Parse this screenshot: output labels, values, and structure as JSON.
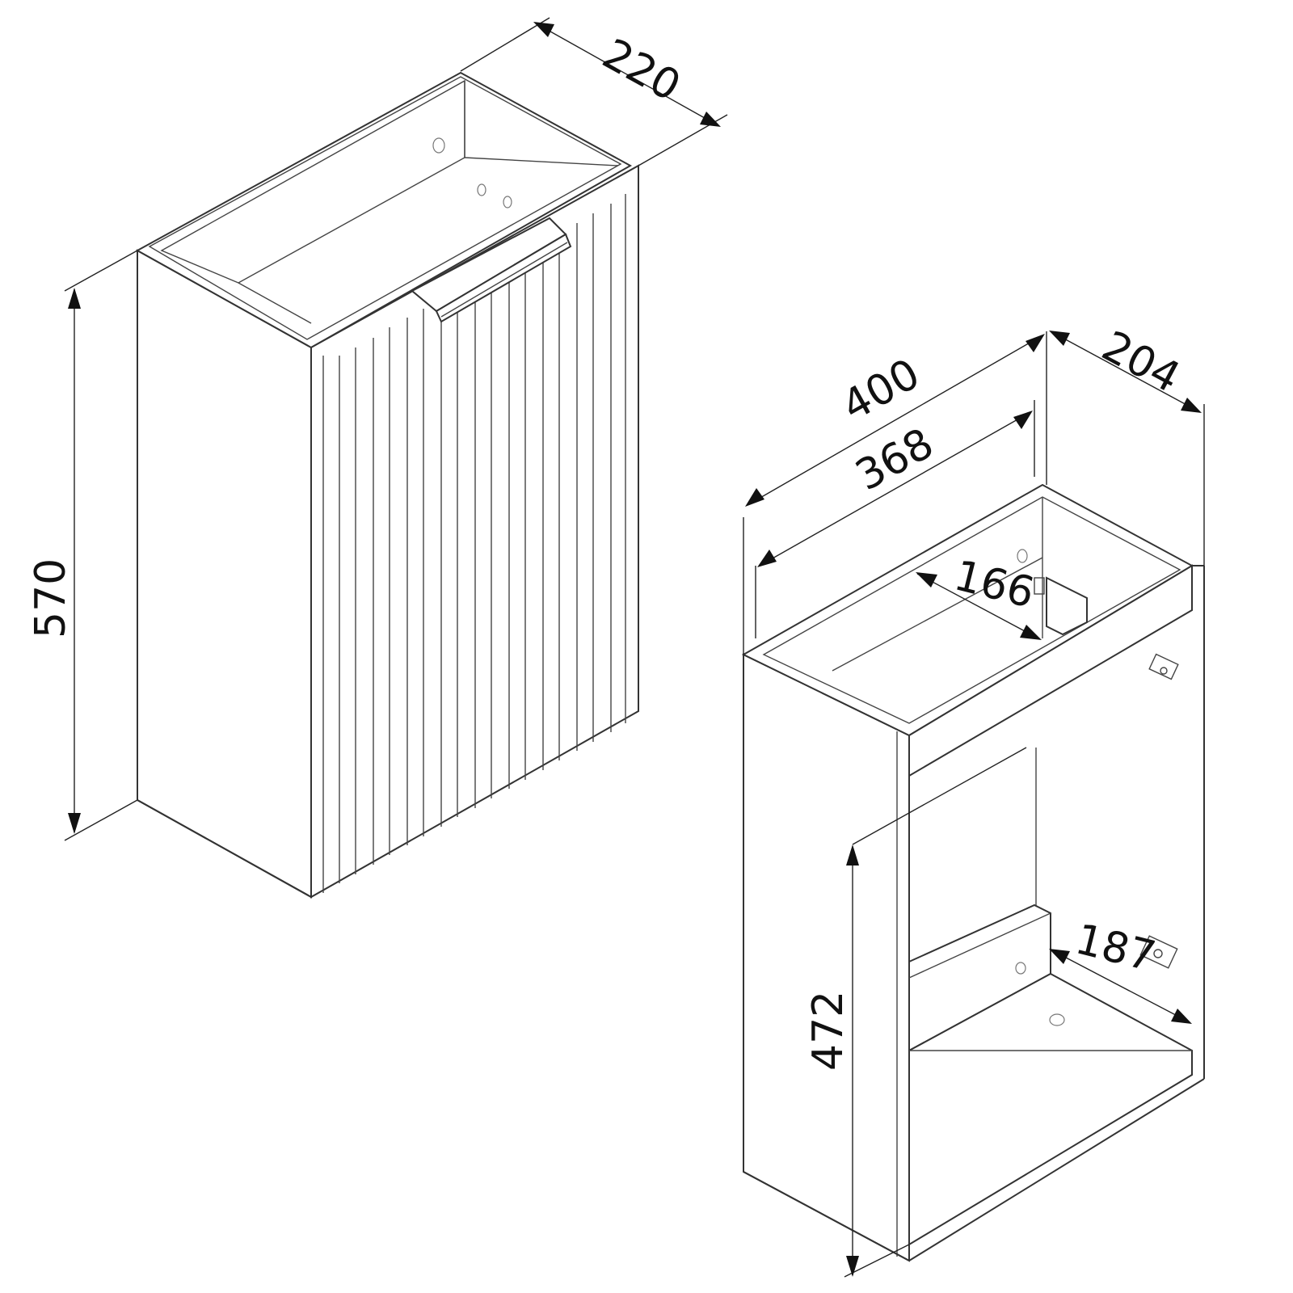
{
  "drawing": {
    "title": "",
    "units": "mm",
    "views": [
      {
        "name": "closed-cabinet-view",
        "dimensions": {
          "depth": "220",
          "height": "570"
        }
      },
      {
        "name": "open-carcass-view",
        "dimensions": {
          "width_outer": "400",
          "width_inner": "368",
          "depth_outer": "204",
          "inner_top_depth": "166",
          "inner_bottom_depth": "187",
          "inner_height": "472"
        }
      }
    ]
  },
  "colors": {
    "line": "#333333",
    "background": "#ffffff",
    "text": "#111111"
  }
}
